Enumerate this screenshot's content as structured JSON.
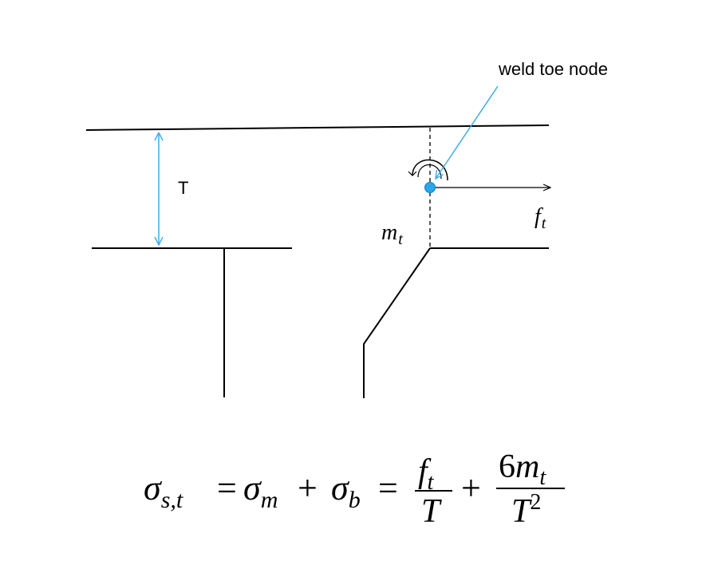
{
  "annotation": {
    "weld_toe_label": "weld toe node"
  },
  "dimension": {
    "thickness_label": "T"
  },
  "loads": {
    "force": {
      "symbol": "f",
      "subscript": "t"
    },
    "moment": {
      "symbol": "m",
      "subscript": "t"
    }
  },
  "formula": {
    "lhs": {
      "symbol": "σ",
      "subscript": "s,t"
    },
    "eq1": "=",
    "term1": {
      "symbol": "σ",
      "subscript": "m"
    },
    "plus1": "+",
    "term2": {
      "symbol": "σ",
      "subscript": "b"
    },
    "eq2": "=",
    "frac1": {
      "num_symbol": "f",
      "num_subscript": "t",
      "den": "T"
    },
    "plus2": "+",
    "frac2": {
      "num_coef": "6",
      "num_symbol": "m",
      "num_subscript": "t",
      "den_symbol": "T",
      "den_exponent": "2"
    }
  },
  "colors": {
    "accent": "#3aaee8",
    "line": "#000000",
    "node": "#2aa6ea"
  }
}
